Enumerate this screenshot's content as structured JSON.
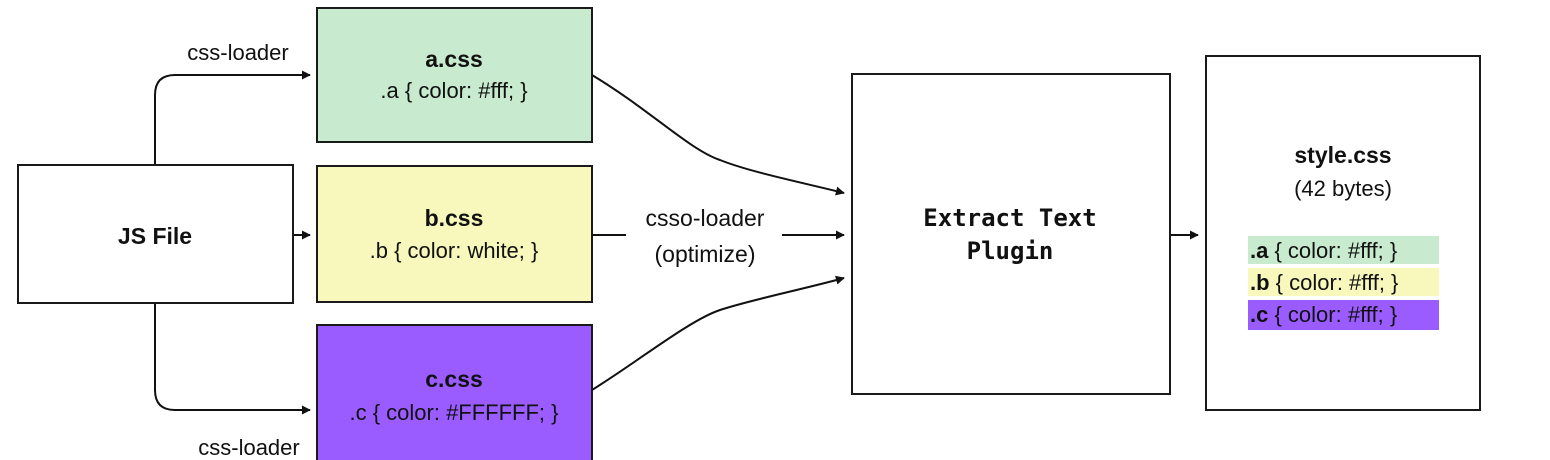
{
  "nodes": {
    "js_file": {
      "label": "JS File"
    },
    "a_css": {
      "title": "a.css",
      "code": ".a {  color: #fff; }",
      "color": "#c8ebcf"
    },
    "b_css": {
      "title": "b.css",
      "code": ".b {  color: white; }",
      "color": "#f8f8bd"
    },
    "c_css": {
      "title": "c.css",
      "code": ".c { color: #FFFFFF; }",
      "color": "#9b5cff"
    },
    "plugin": {
      "line1": "Extract Text",
      "line2": "Plugin"
    },
    "output": {
      "title": "style.css",
      "subtitle": "(42 bytes)",
      "rules": [
        {
          "selector": ".a",
          "rest": " {  color: #fff; }",
          "color": "#c8ebcf"
        },
        {
          "selector": ".b",
          "rest": " {  color: #fff; }",
          "color": "#f8f8bd"
        },
        {
          "selector": ".c",
          "rest": " {  color: #fff; }",
          "color": "#9b5cff"
        }
      ]
    }
  },
  "edges": {
    "css_loader_top": "css-loader",
    "css_loader_bottom": "css-loader",
    "csso_loader": {
      "line1": "csso-loader",
      "line2": "(optimize)"
    }
  }
}
